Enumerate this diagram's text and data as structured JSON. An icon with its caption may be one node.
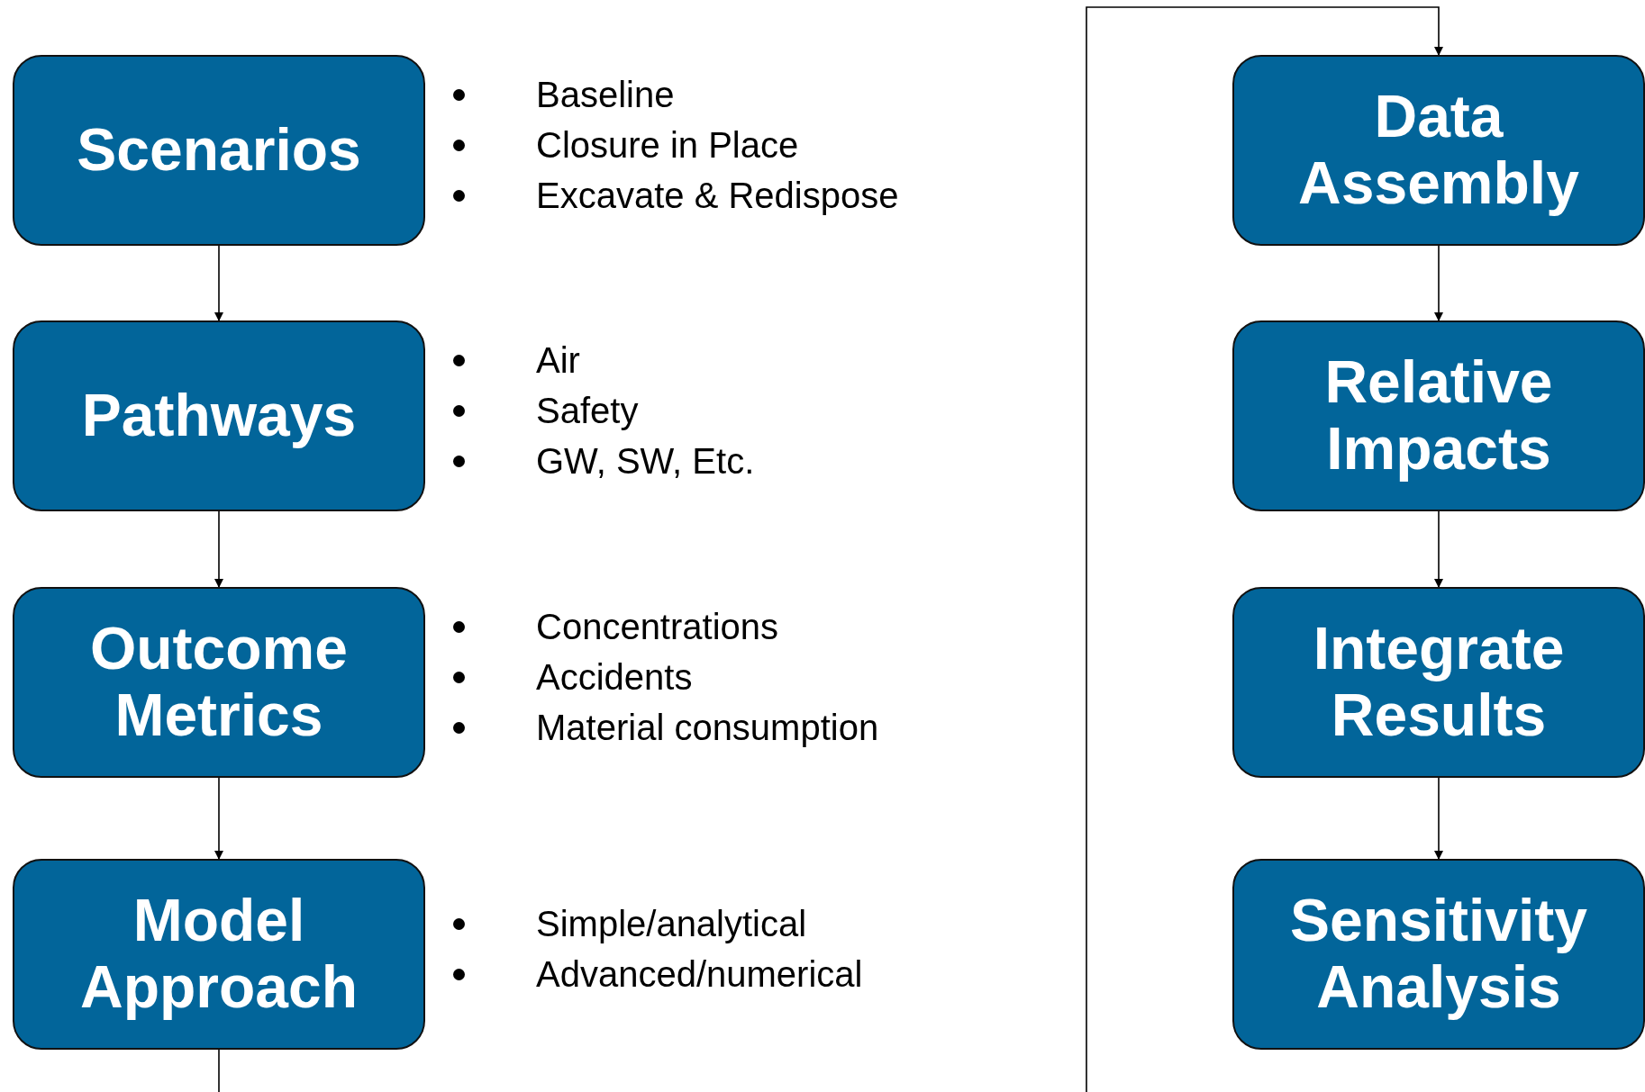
{
  "diagram": {
    "nodes": [
      {
        "text": [
          "Scenarios"
        ],
        "beside": [
          "Baseline",
          "Closure in Place",
          "Excavate & Redispose"
        ]
      },
      {
        "text": [
          "Pathways"
        ],
        "beside": [
          "Air",
          "Safety",
          "GW, SW, Etc."
        ]
      },
      {
        "text": [
          "Outcome Metrics"
        ],
        "beside": [
          "Concentrations",
          "Accidents",
          "Material consumption"
        ]
      },
      {
        "text": [
          "Model Approach"
        ],
        "beside": [
          "Simple/analytical",
          "Advanced/numerical"
        ]
      },
      {
        "text": [
          "Data Assembly"
        ]
      },
      {
        "text": [
          "Relative Impacts"
        ]
      },
      {
        "text": [
          "Integrate Results"
        ]
      },
      {
        "text": [
          "Sensitivity Analysis"
        ]
      }
    ],
    "edges": [
      {
        "from": 0,
        "to": 1,
        "arrow": "to"
      },
      {
        "from": 1,
        "to": 2,
        "arrow": "to"
      },
      {
        "from": 2,
        "to": 3,
        "arrow": "to"
      },
      {
        "from": 3,
        "to": null,
        "arrow": "none"
      },
      {
        "from": null,
        "to": 4,
        "arrow": "to"
      },
      {
        "from": 4,
        "to": 5,
        "arrow": "to"
      },
      {
        "from": 5,
        "to": 6,
        "arrow": "to"
      },
      {
        "from": 6,
        "to": 7,
        "arrow": "to"
      }
    ]
  }
}
